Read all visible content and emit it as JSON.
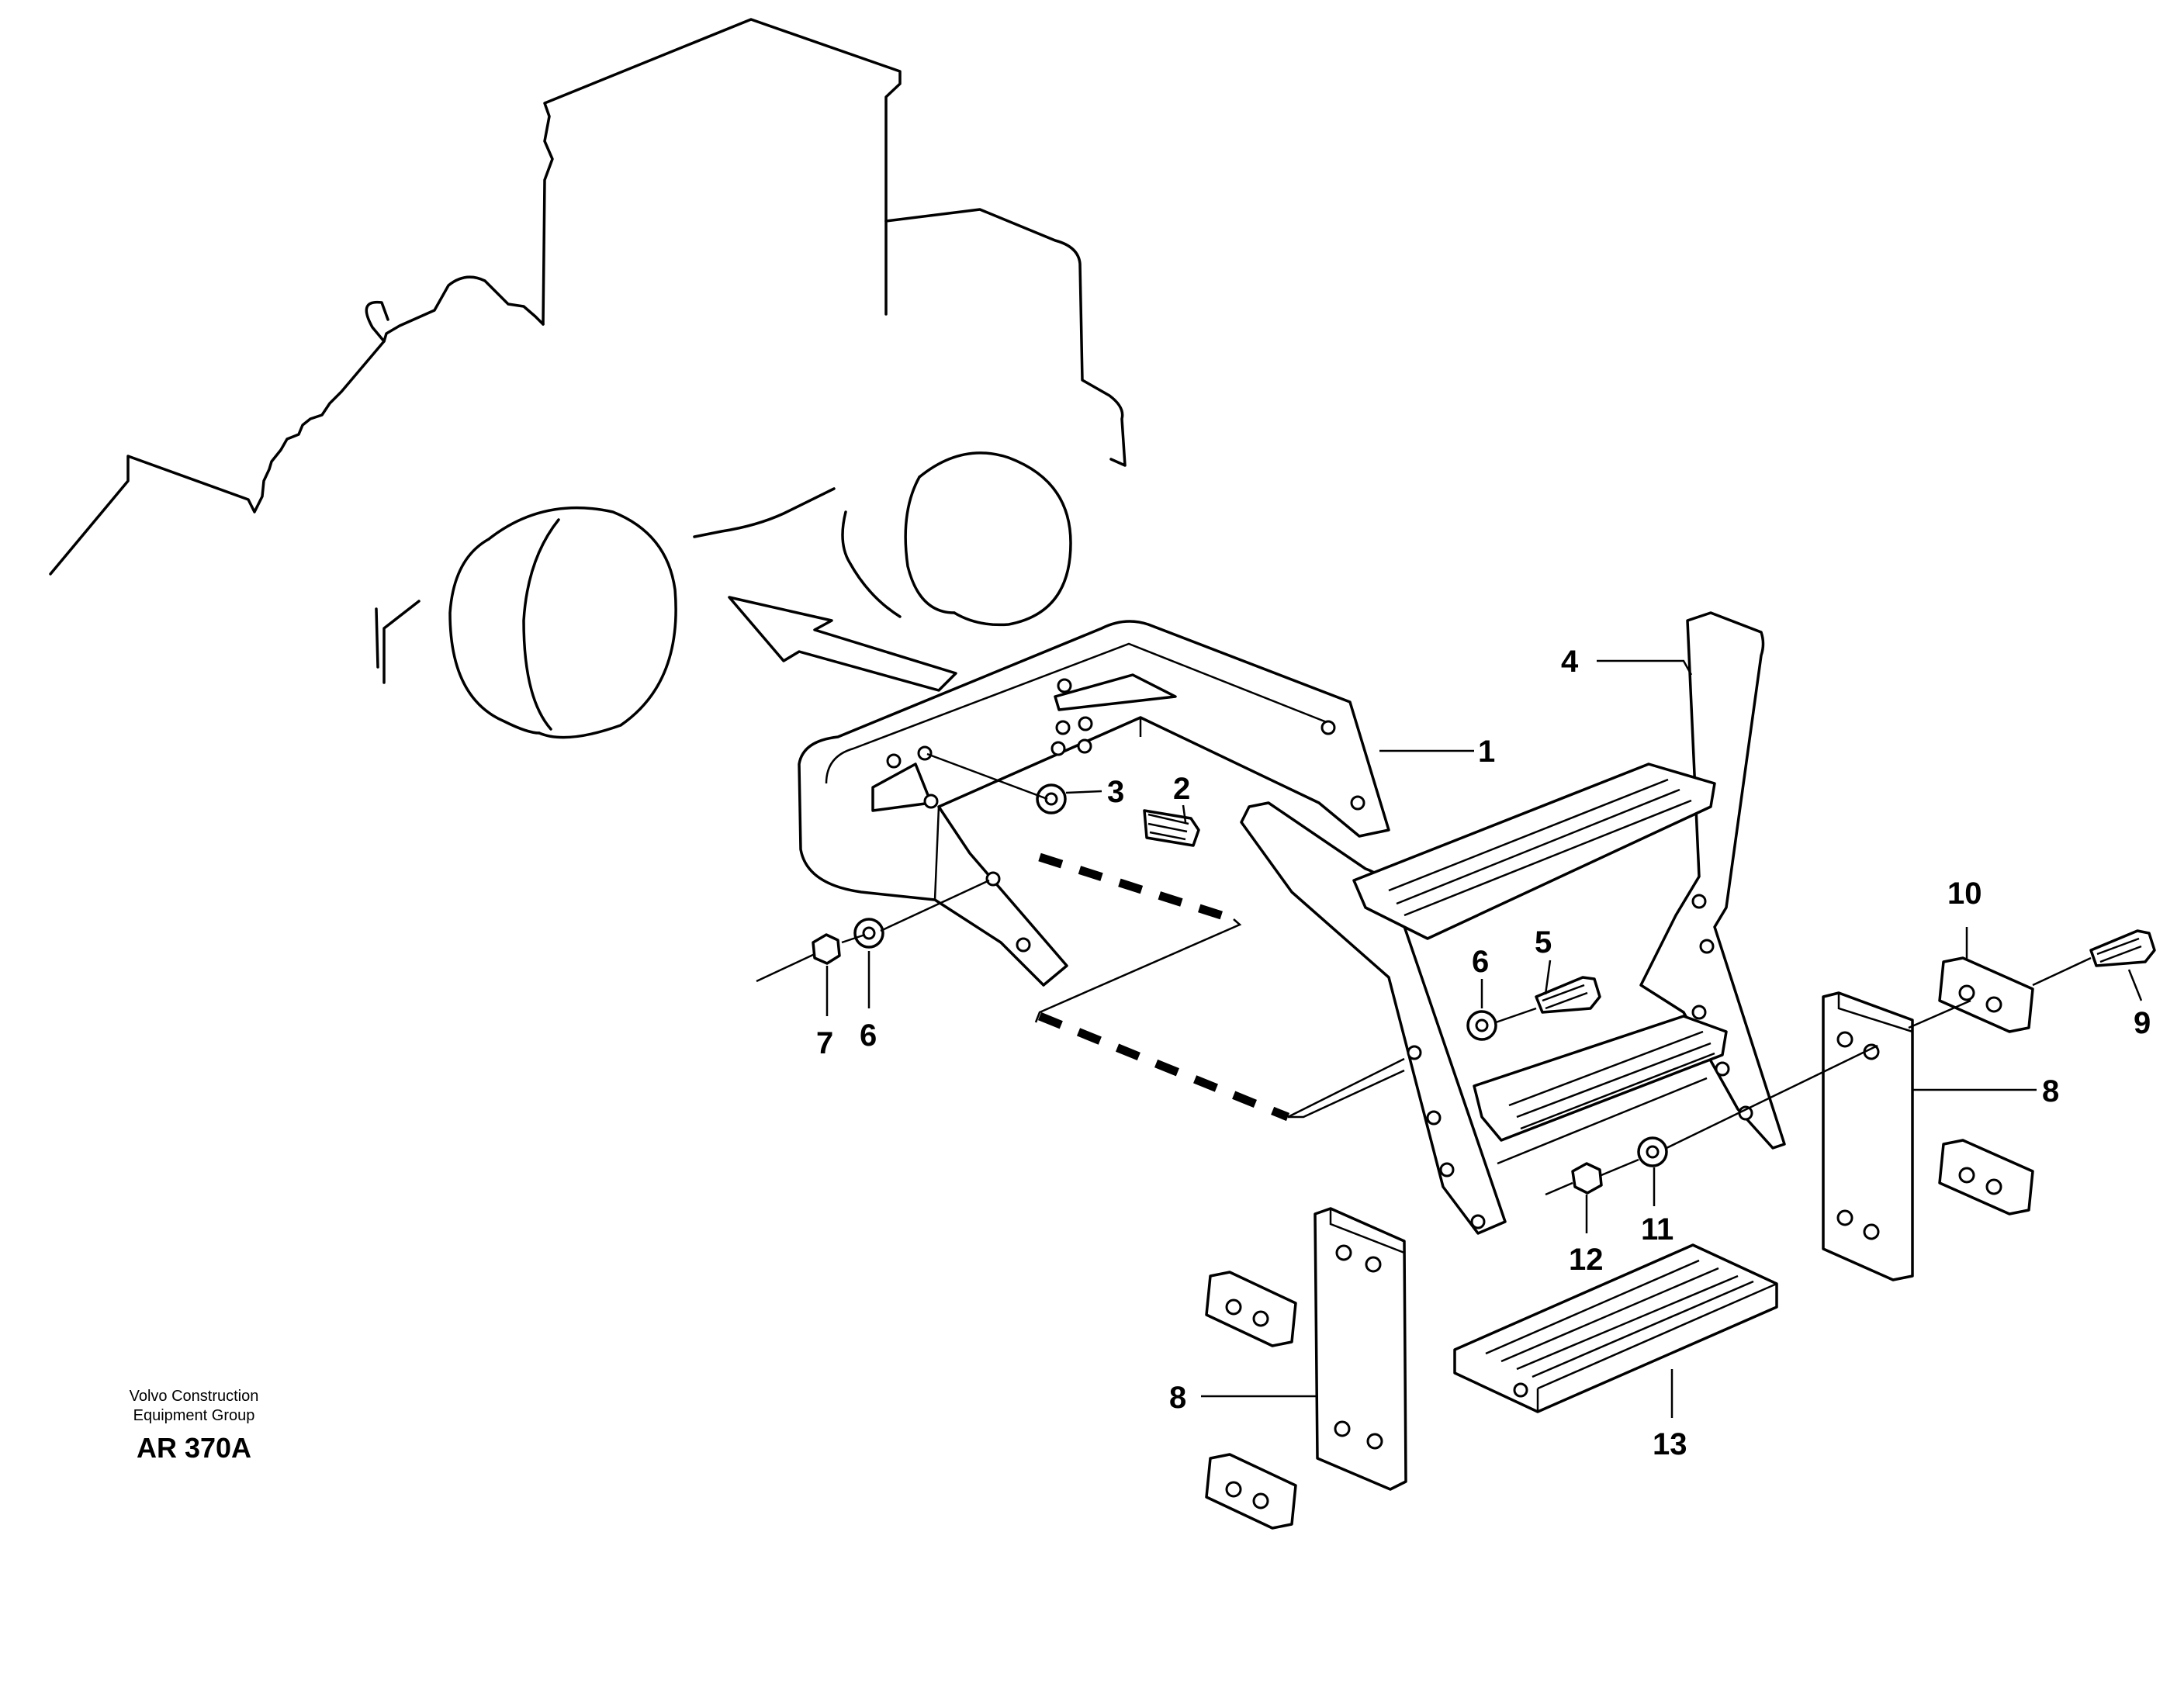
{
  "callouts": [
    {
      "id": "c1",
      "label": "1"
    },
    {
      "id": "c2",
      "label": "2"
    },
    {
      "id": "c3",
      "label": "3"
    },
    {
      "id": "c4",
      "label": "4"
    },
    {
      "id": "c5",
      "label": "5"
    },
    {
      "id": "c6a",
      "label": "6"
    },
    {
      "id": "c6b",
      "label": "6"
    },
    {
      "id": "c7",
      "label": "7"
    },
    {
      "id": "c8a",
      "label": "8"
    },
    {
      "id": "c8b",
      "label": "8"
    },
    {
      "id": "c9",
      "label": "9"
    },
    {
      "id": "c10",
      "label": "10"
    },
    {
      "id": "c11",
      "label": "11"
    },
    {
      "id": "c12",
      "label": "12"
    },
    {
      "id": "c13",
      "label": "13"
    }
  ],
  "footer": {
    "company_line1": "Volvo Construction",
    "company_line2": "Equipment Group",
    "code": "AR 370A"
  }
}
